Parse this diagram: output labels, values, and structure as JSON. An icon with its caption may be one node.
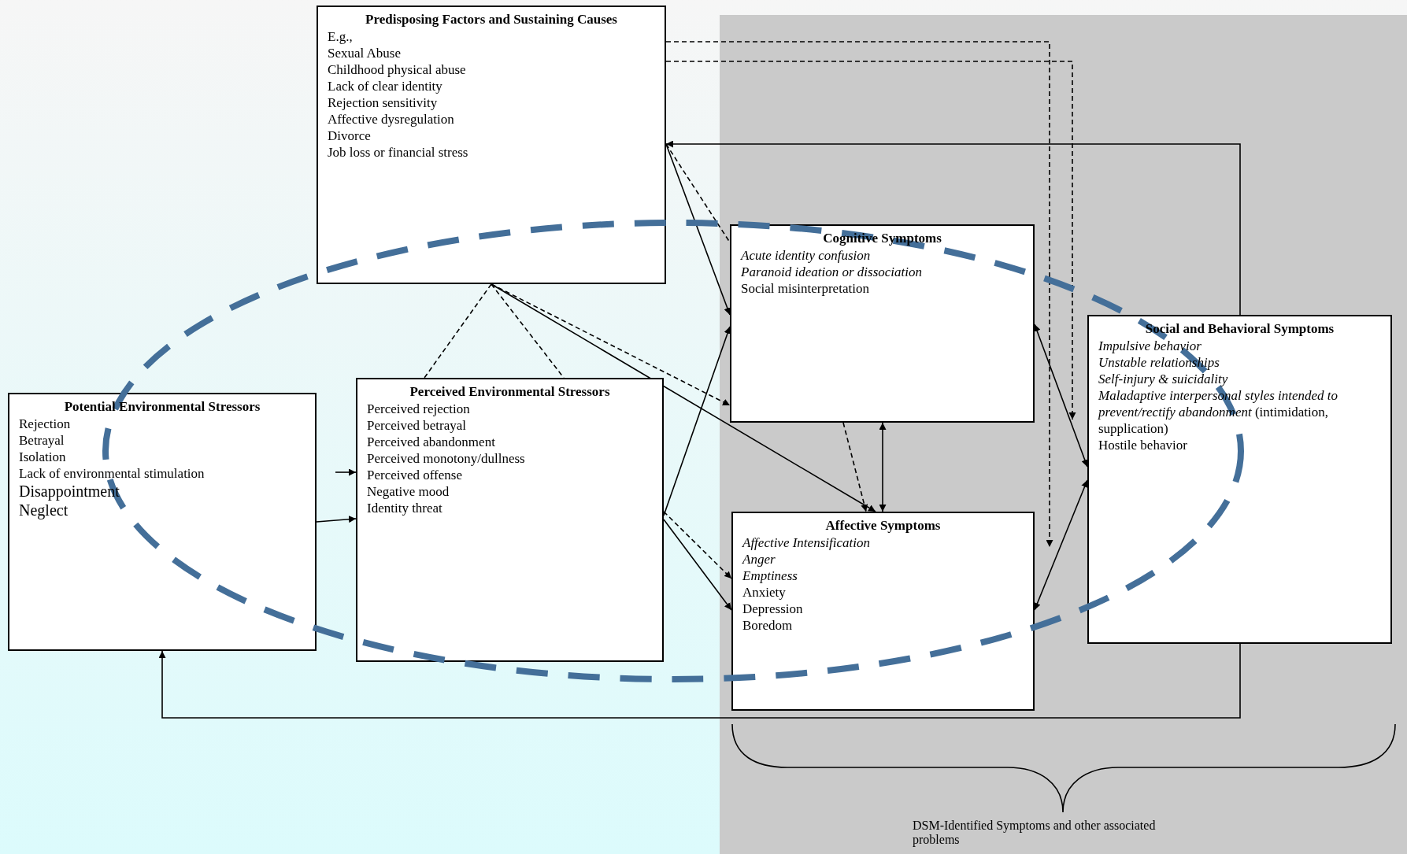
{
  "diagram": {
    "nodes": [
      {
        "text": [
          "Predisposing Factors and Sustaining Causes",
          "E.g.,",
          "Sexual Abuse",
          "Childhood physical abuse",
          "Lack of clear identity",
          "Rejection sensitivity",
          "Affective dysregulation",
          "Divorce",
          "Job loss or financial stress"
        ]
      },
      {
        "text": [
          "Potential Environmental Stressors",
          "Rejection",
          "Betrayal",
          "Isolation",
          "Lack of environmental stimulation",
          "Disappointment",
          "Neglect"
        ]
      },
      {
        "text": [
          "Perceived Environmental Stressors",
          "Perceived rejection",
          "Perceived betrayal",
          "Perceived abandonment",
          "Perceived monotony/dullness",
          "Perceived offense",
          "Negative mood",
          "Identity threat"
        ]
      },
      {
        "text": [
          "Cognitive Symptoms",
          "*Acute identity confusion*",
          "*Paranoid ideation or dissociation*",
          "Social misinterpretation"
        ]
      },
      {
        "text": [
          "Affective Symptoms",
          "*Affective Intensification*",
          "*Anger*",
          "*Emptiness*",
          "Anxiety",
          "Depression",
          "Boredom"
        ]
      },
      {
        "text": [
          "Social and Behavioral Symptoms",
          "*Impulsive behavior*",
          "*Unstable relationships*",
          "*Self-injury & suicidality*",
          "*Maladaptive interpersonal styles intended to prevent/rectify abandonment* (intimidation, supplication)",
          "Hostile behavior"
        ]
      }
    ],
    "edges": [
      {
        "from": 0,
        "to": 4,
        "arrow": "to",
        "style": "dashed"
      },
      {
        "from": 0,
        "to": 5,
        "arrow": "to",
        "style": "dashed"
      },
      {
        "from": 5,
        "to": 0,
        "arrow": "to"
      },
      {
        "from": 5,
        "to": 1,
        "arrow": "to"
      },
      {
        "from": 0,
        "to": 3,
        "arrow": "to"
      },
      {
        "from": 0,
        "to": 3,
        "arrow": "none",
        "style": "dashed"
      },
      {
        "from": 0,
        "to": 2,
        "arrow": "none",
        "style": "dashed"
      },
      {
        "from": 0,
        "to": 2,
        "arrow": "none",
        "style": "dashed"
      },
      {
        "from": 0,
        "to": 4,
        "arrow": "to"
      },
      {
        "from": 0,
        "to": 3,
        "arrow": "to",
        "style": "dashed"
      },
      {
        "from": 2,
        "to": 3,
        "arrow": "to"
      },
      {
        "from": 2,
        "to": 4,
        "arrow": "to"
      },
      {
        "from": 2,
        "to": 4,
        "arrow": "to",
        "style": "dashed"
      },
      {
        "from": 1,
        "to": 2,
        "arrow": "to"
      },
      {
        "from": null,
        "to": 2,
        "arrow": "to"
      },
      {
        "from": 3,
        "to": 4,
        "arrow": "both"
      },
      {
        "from": 3,
        "to": 4,
        "arrow": "to",
        "style": "dashed"
      },
      {
        "from": 3,
        "to": 5,
        "arrow": "both"
      },
      {
        "from": 4,
        "to": 5,
        "arrow": "both"
      }
    ],
    "labels": [
      "DSM-Identified Symptoms and other associated problems"
    ]
  }
}
